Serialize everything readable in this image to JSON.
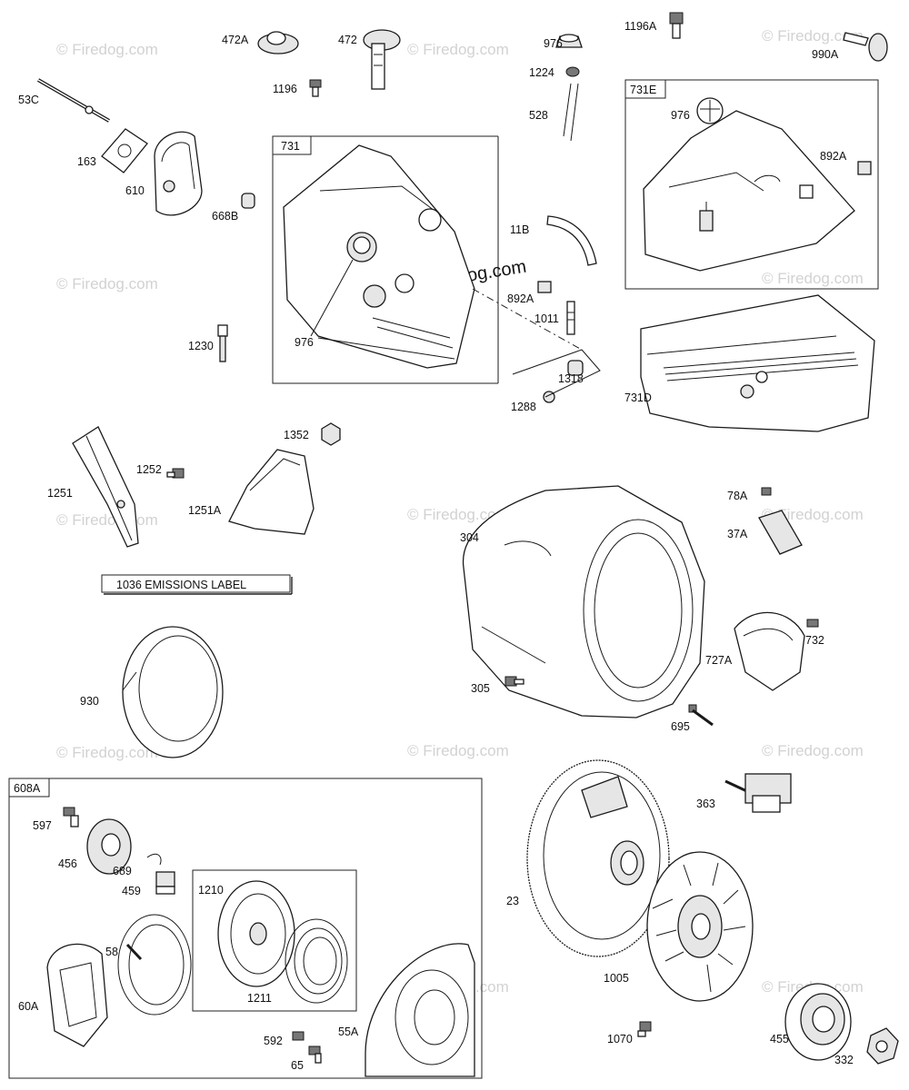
{
  "watermark": "© Firedog.com",
  "center_watermark": "© Firedog.com",
  "emissions_label": "1036 EMISSIONS LABEL",
  "group_boxes": {
    "b731": "731",
    "b731e": "731E",
    "b608a": "608A",
    "b1210": "1210"
  },
  "labels": {
    "p472a": "472A",
    "p472": "472",
    "p1196": "1196",
    "p53c": "53C",
    "p163": "163",
    "p610": "610",
    "p668b": "668B",
    "p1230": "1230",
    "p976a": "976",
    "p976b": "976",
    "p976c": "976",
    "p1224": "1224",
    "p528": "528",
    "p1196a": "1196A",
    "p990a": "990A",
    "p892a1": "892A",
    "p892a2": "892A",
    "p11b": "11B",
    "p1011": "1011",
    "p1318": "1318",
    "p1288": "1288",
    "p731d": "731D",
    "p1251": "1251",
    "p1252": "1252",
    "p1251a": "1251A",
    "p1352": "1352",
    "p304": "304",
    "p305": "305",
    "p78a": "78A",
    "p37a": "37A",
    "p727a": "727A",
    "p732": "732",
    "p695": "695",
    "p930": "930",
    "p597": "597",
    "p456": "456",
    "p689": "689",
    "p459": "459",
    "p58": "58",
    "p60a": "60A",
    "p1211": "1211",
    "p55a": "55A",
    "p592": "592",
    "p65": "65",
    "p363": "363",
    "p23": "23",
    "p1005": "1005",
    "p1070": "1070",
    "p455": "455",
    "p332": "332"
  }
}
